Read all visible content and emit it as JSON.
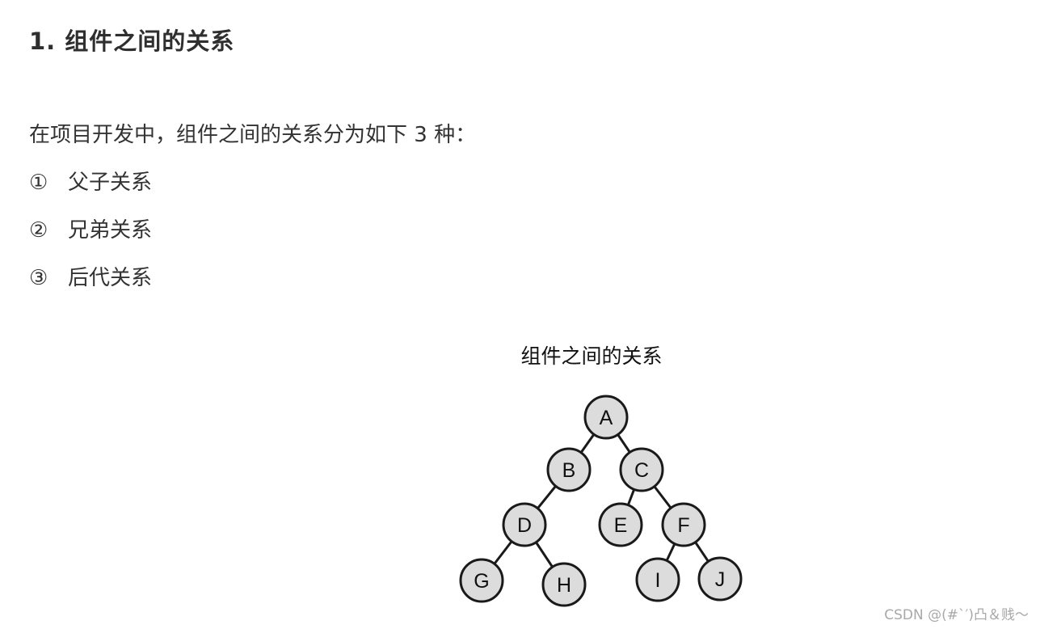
{
  "heading": "1. 组件之间的关系",
  "intro": "在项目开发中，组件之间的关系分为如下 3 种：",
  "relations": [
    {
      "marker": "①",
      "label": "父子关系"
    },
    {
      "marker": "②",
      "label": "兄弟关系"
    },
    {
      "marker": "③",
      "label": "后代关系"
    }
  ],
  "figure": {
    "title": "组件之间的关系",
    "nodes": [
      "A",
      "B",
      "C",
      "D",
      "E",
      "F",
      "G",
      "H",
      "I",
      "J"
    ],
    "edges": [
      [
        "A",
        "B"
      ],
      [
        "A",
        "C"
      ],
      [
        "B",
        "D"
      ],
      [
        "C",
        "E"
      ],
      [
        "C",
        "F"
      ],
      [
        "D",
        "G"
      ],
      [
        "D",
        "H"
      ],
      [
        "F",
        "I"
      ],
      [
        "F",
        "J"
      ]
    ]
  },
  "watermark": "CSDN @(#`′)凸＆贱～",
  "colors": {
    "node_fill": "#dcdcdc",
    "node_stroke": "#1a1a1a",
    "edge": "#1a1a1a",
    "text": "#333333",
    "watermark": "#a8a8a8"
  }
}
